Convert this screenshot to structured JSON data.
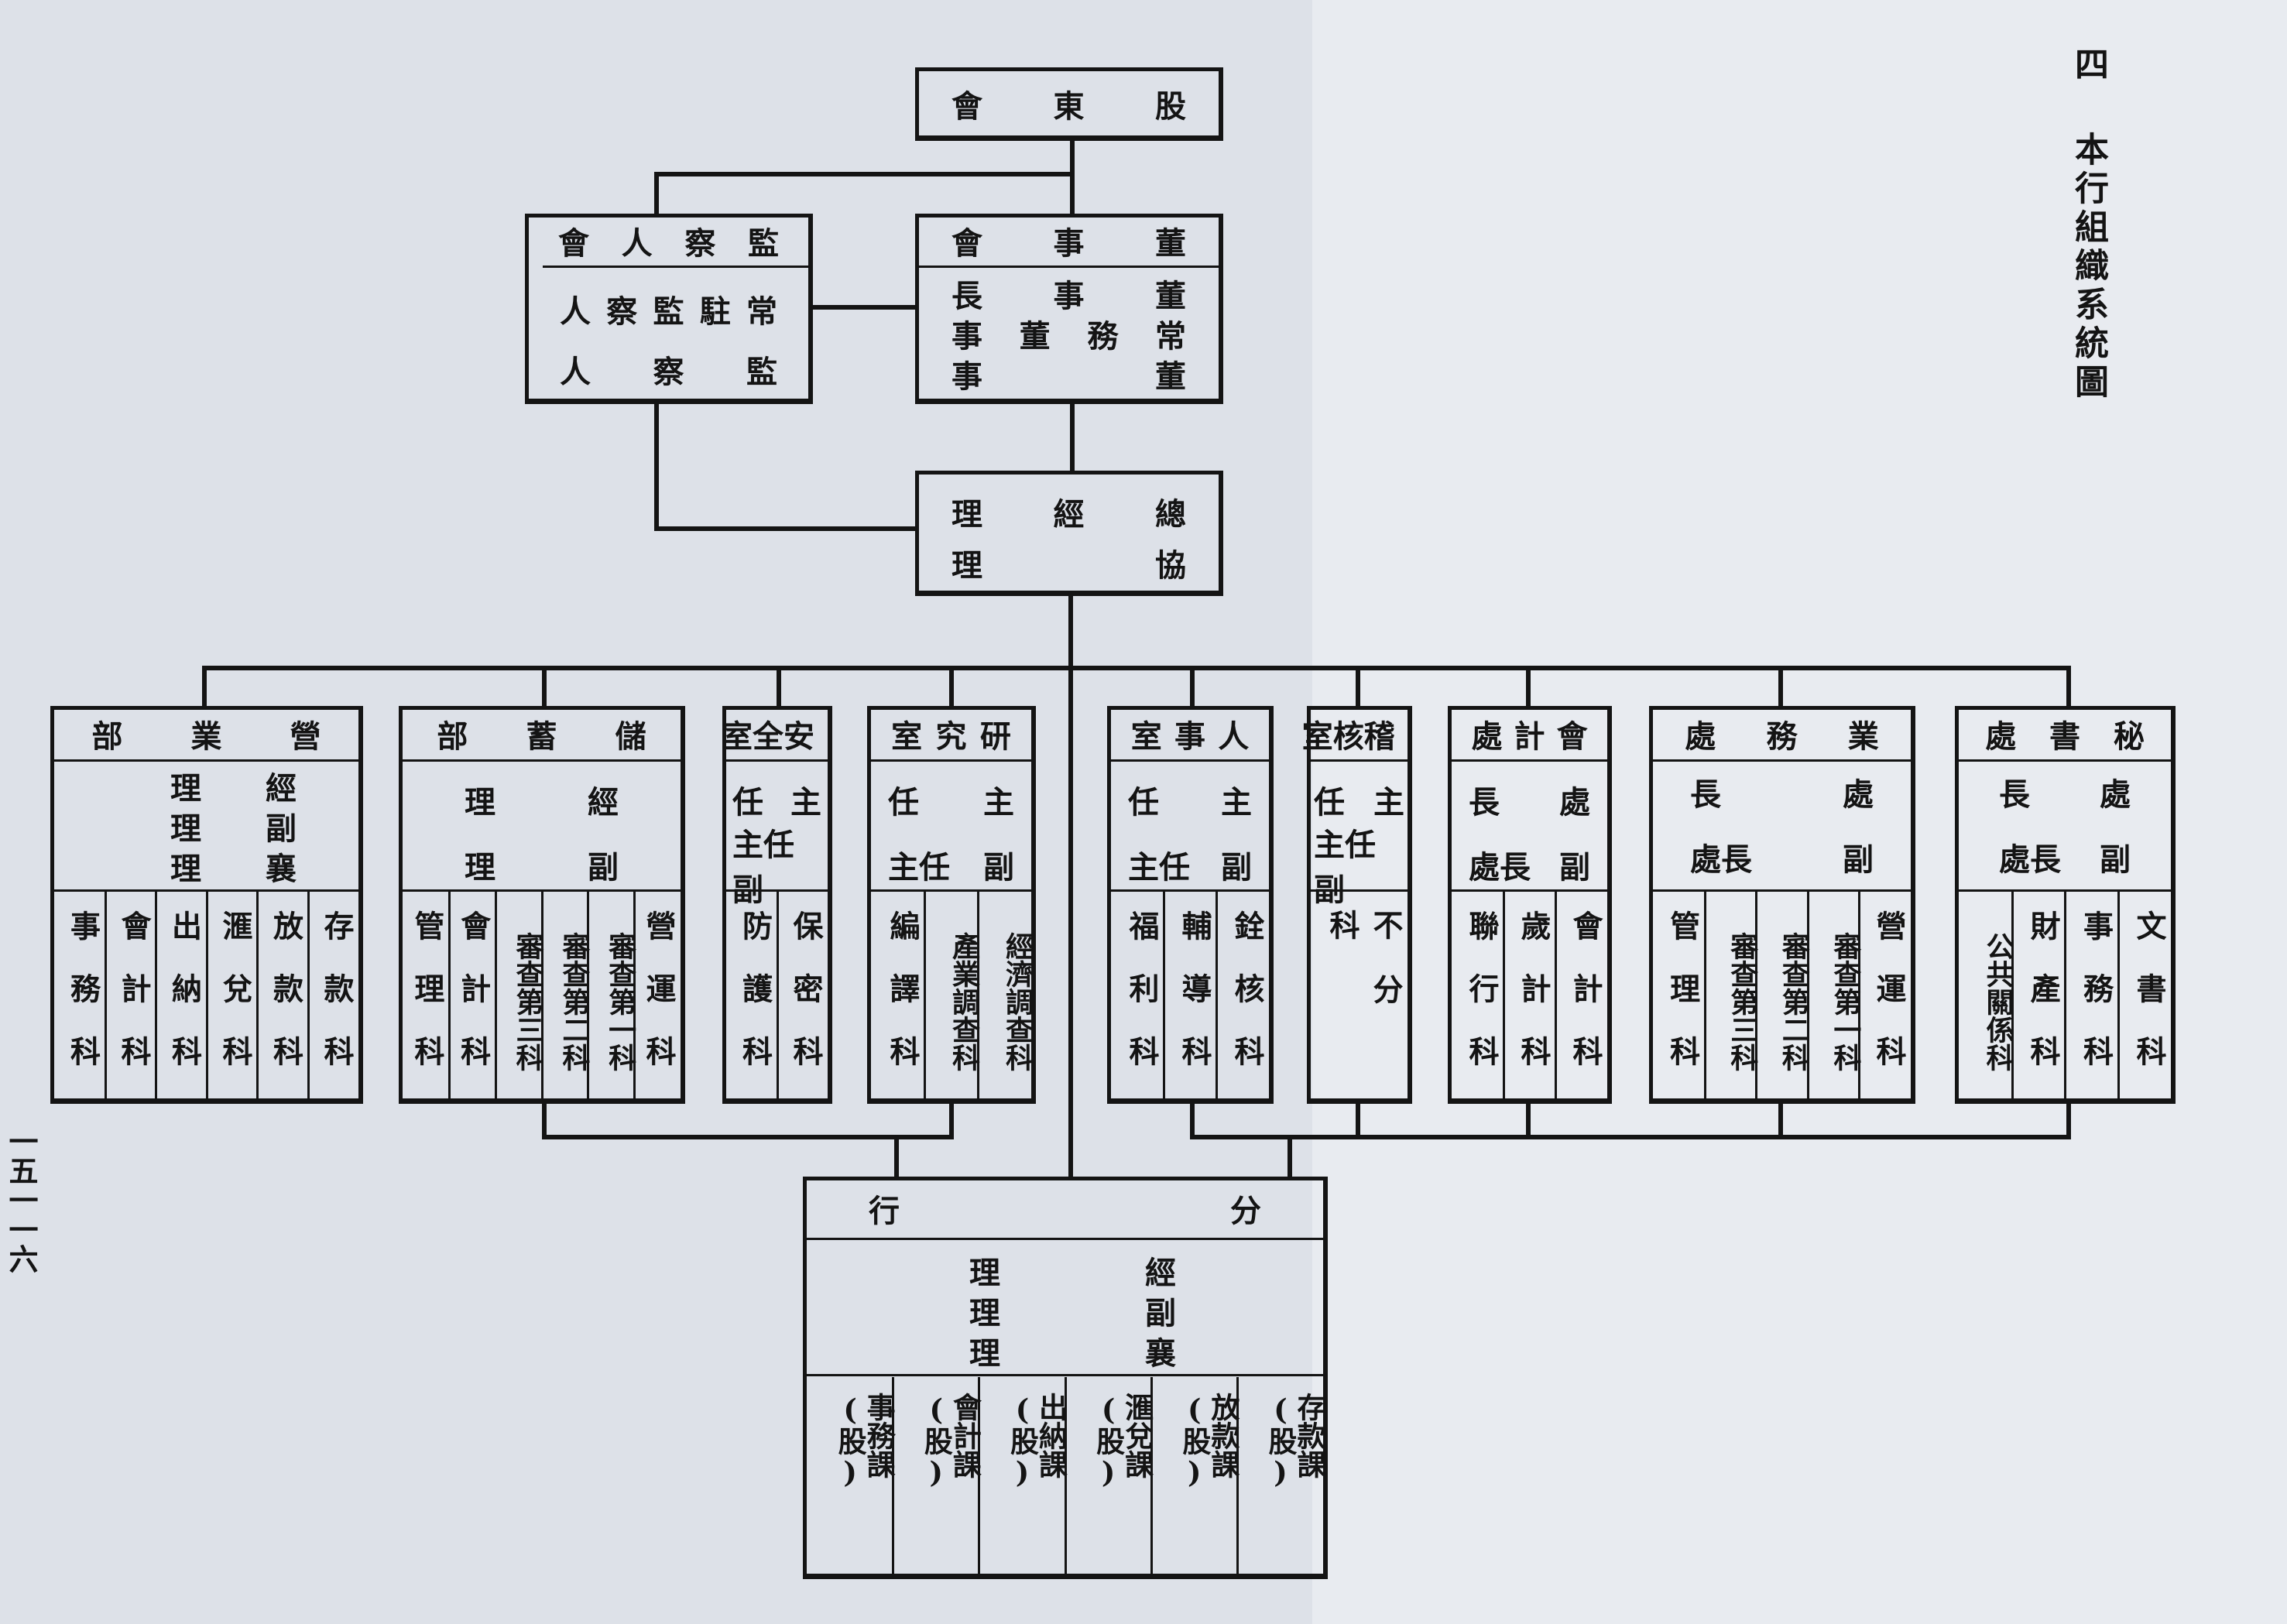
{
  "page": {
    "section_no": "四",
    "section_title": "本行組織系統圖",
    "page_number": "一五一一六"
  },
  "shareholders": {
    "title": "股東會"
  },
  "supervisors": {
    "title": "監察人會",
    "members": [
      "常駐監察人",
      "監察人"
    ]
  },
  "board": {
    "title": "董事會",
    "members": [
      "董事長",
      "常務董事",
      "董事"
    ]
  },
  "gm": {
    "title": "總經理",
    "members": [
      "協理"
    ]
  },
  "departments": [
    {
      "title": "營業部",
      "roles": [
        "經理",
        "副理",
        "襄理"
      ],
      "units": [
        "存款科",
        "放款科",
        "滙兌科",
        "出納科",
        "會計科",
        "事務科"
      ]
    },
    {
      "title": "儲蓄部",
      "roles": [
        "經理",
        "副理"
      ],
      "units": [
        "營運科",
        "審查第一科",
        "審查第二科",
        "審查第三科",
        "會計科",
        "管理科"
      ]
    },
    {
      "title": "安全室",
      "roles": [
        "主任",
        "副主任"
      ],
      "units": [
        "保密科",
        "防護科"
      ]
    },
    {
      "title": "研究室",
      "roles": [
        "主任",
        "副主任"
      ],
      "units": [
        "經濟調查科",
        "產業調查科",
        "編譯科"
      ]
    },
    {
      "title": "人事室",
      "roles": [
        "主任",
        "副主任"
      ],
      "units": [
        "銓核科",
        "輔導科",
        "福利科"
      ]
    },
    {
      "title": "稽核室",
      "roles": [
        "主任",
        "副主任"
      ],
      "units": [
        "不分科"
      ]
    },
    {
      "title": "會計處",
      "roles": [
        "處長",
        "副處長"
      ],
      "units": [
        "會計科",
        "歲計科",
        "聯行科"
      ]
    },
    {
      "title": "業務處",
      "roles": [
        "處長",
        "副處長"
      ],
      "units": [
        "營運科",
        "審查第一科",
        "審查第二科",
        "審查第三科",
        "管理科"
      ]
    },
    {
      "title": "秘書處",
      "roles": [
        "處長",
        "副處長"
      ],
      "units": [
        "文書科",
        "事務科",
        "財產科",
        "公共關係科"
      ]
    }
  ],
  "branch": {
    "title": "分行",
    "roles": [
      "經理",
      "副理",
      "襄理"
    ],
    "units": [
      "存款課(股)",
      "放款課(股)",
      "滙兌課(股)",
      "出納課(股)",
      "會計課(股)",
      "事務課(股)"
    ]
  }
}
